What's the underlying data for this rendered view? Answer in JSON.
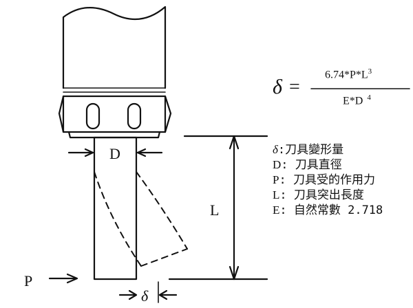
{
  "labels": {
    "d": "D",
    "l": "L",
    "p": "P",
    "delta": "δ"
  },
  "formula": {
    "symbol": "δ",
    "equals": "=",
    "numerator": "6.74*P*L",
    "numerator_exp": "3",
    "denominator": "E*D",
    "denominator_exp": "4"
  },
  "legend": [
    {
      "key": "δ",
      "text": ":刀具變形量"
    },
    {
      "key": "D",
      "text": ": 刀具直徑"
    },
    {
      "key": "P",
      "text": ": 刀具受的作用力"
    },
    {
      "key": "L",
      "text": ": 刀具突出長度"
    },
    {
      "key": "E",
      "text": ": 自然常數 2.718"
    }
  ]
}
